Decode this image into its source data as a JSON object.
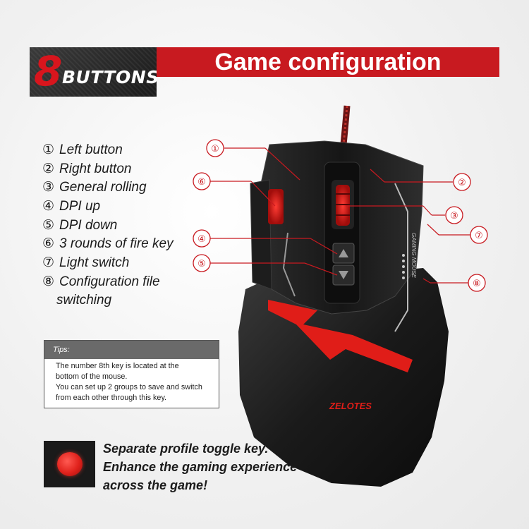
{
  "header": {
    "badge_number": "8",
    "badge_text": "BUTTONS",
    "title": "Game configuration"
  },
  "buttons_list": [
    {
      "num": "①",
      "label": "Left button"
    },
    {
      "num": "②",
      "label": "Right button"
    },
    {
      "num": "③",
      "label": "General rolling"
    },
    {
      "num": "④",
      "label": "DPI up"
    },
    {
      "num": "⑤",
      "label": "DPI down"
    },
    {
      "num": "⑥",
      "label": "3 rounds of fire key"
    },
    {
      "num": "⑦",
      "label": "Light switch"
    },
    {
      "num": "⑧",
      "label": "Configuration file",
      "label_line2": "switching"
    }
  ],
  "tips": {
    "heading": "Tips:",
    "lines": [
      "The number 8th key is located at the",
      "bottom of the mouse.",
      "You can set up 2 groups to save and switch",
      "from each other through this key."
    ]
  },
  "profile_key": {
    "lines": [
      "Separate profile toggle key.",
      "Enhance the gaming experience",
      "across the game!"
    ]
  },
  "mouse": {
    "side_text": "GAMING MOUSE",
    "brand_logo": "ZELOTES",
    "callouts": [
      "①",
      "②",
      "③",
      "④",
      "⑤",
      "⑥",
      "⑦",
      "⑧"
    ]
  },
  "colors": {
    "accent": "#c81a20",
    "dark": "#1c1c1c"
  }
}
